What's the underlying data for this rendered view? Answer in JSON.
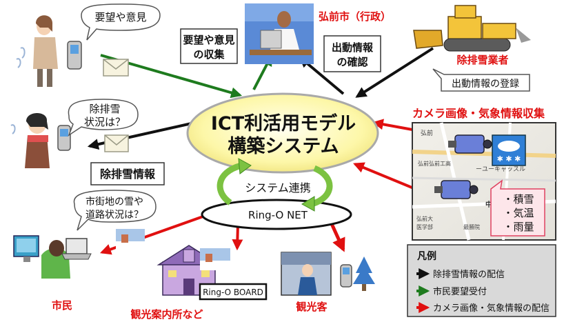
{
  "center": {
    "line1": "ICT利活用モデル",
    "line2": "構築システム"
  },
  "system_link": "システム連携",
  "ring_o_net": "Ring-O NET",
  "city": {
    "label": "弘前市（行政）"
  },
  "contractor": {
    "label": "除排雪業者"
  },
  "camera_title": "カメラ画像・気象情報収集",
  "bubbles": {
    "request": "要望や意見",
    "status_q1": "除排雪",
    "status_q2": "状況は？",
    "street_q1": "市街地の雪や",
    "street_q2": "道路状況は？"
  },
  "boxes": {
    "collect1": "要望や意見",
    "collect2": "の収集",
    "dispatch1": "出動情報",
    "dispatch2": "の確認",
    "register": "出動情報の登録",
    "snow_info": "除排雪情報"
  },
  "weather": [
    "・積雪",
    "・気温",
    "・雨量"
  ],
  "map_labels": [
    "弘前",
    "ーユーキャッスル",
    "中央弘",
    "弘前大",
    "医学部",
    "最勝院",
    "弘前弘前工高"
  ],
  "bottom": {
    "citizen": "市民",
    "tourist_office": "観光案内所など",
    "tourist": "観光客",
    "board": "Ring-O BOARD"
  },
  "legend": {
    "title": "凡例",
    "items": [
      {
        "color": "#111111",
        "label": "除排雪情報の配信"
      },
      {
        "color": "#1e7b1e",
        "label": "市民要望受付"
      },
      {
        "color": "#e01010",
        "label": "カメラ画像・気象情報の配信"
      }
    ]
  },
  "colors": {
    "black_arrow": "#111111",
    "green_arrow": "#1e7b1e",
    "red_arrow": "#e01010",
    "accent_red": "#e01010"
  }
}
